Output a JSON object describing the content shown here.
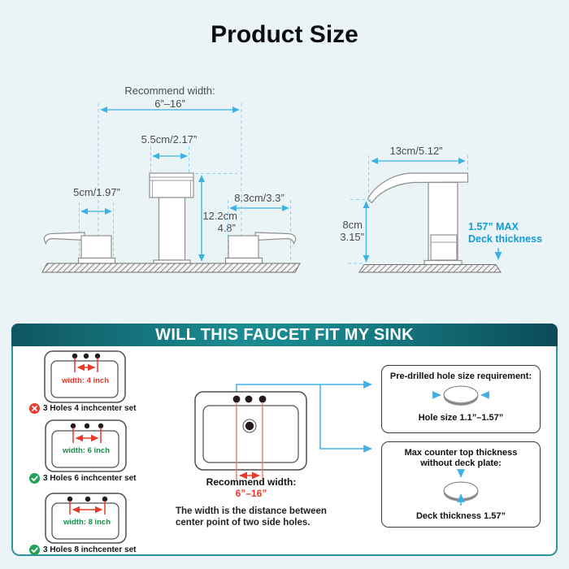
{
  "page": {
    "title": "Product Size"
  },
  "top_diagrams": {
    "widespread": {
      "recommend_label": "Recommend width:",
      "recommend_value": "6”–16”",
      "spout_width": "5.5cm/2.17”",
      "left_handle_width": "5cm/1.97”",
      "right_handle_width": "8.3cm/3.3”",
      "height_cm": "12.2cm",
      "height_in": "4.8”"
    },
    "single": {
      "spout_width": "13cm/5.12”",
      "height_cm": "8cm",
      "height_in": "3.15”",
      "deck_line1": "1.57” MAX",
      "deck_line2": "Deck thickness"
    }
  },
  "fit_section": {
    "banner": "WILL THIS FAUCET FIT MY SINK",
    "sink_options": [
      {
        "width_label": "width: 4 inch",
        "label": "3 Holes 4 inchcenter set",
        "fits": false,
        "status_icon": "cross-circle-icon"
      },
      {
        "width_label": "width: 6 inch",
        "label": "3 Holes 6 inchcenter set",
        "fits": true,
        "status_icon": "check-circle-icon"
      },
      {
        "width_label": "width: 8 inch",
        "label": "3 Holes 8 inchcenter set",
        "fits": true,
        "status_icon": "check-circle-icon"
      }
    ],
    "center_sink": {
      "recommend_label": "Recommend width:",
      "recommend_value": "6”–16”",
      "note_line1": "The width is the distance between",
      "note_line2": "center point of two side holes."
    },
    "hole_box": {
      "title": "Pre-drilled hole size requirement:",
      "caption": "Hole size 1.1”–1.57”"
    },
    "deck_box": {
      "title_line1": "Max counter top thickness",
      "title_line2": "without deck plate:",
      "caption": "Deck thickness 1.57”"
    }
  },
  "colors": {
    "background": "#eaf4f7",
    "accent_cyan": "#3fb0e3",
    "alert_red": "#e8392b",
    "ok_green": "#168f48",
    "note_blue": "#149ad6",
    "banner_teal": "#1b8b92"
  }
}
